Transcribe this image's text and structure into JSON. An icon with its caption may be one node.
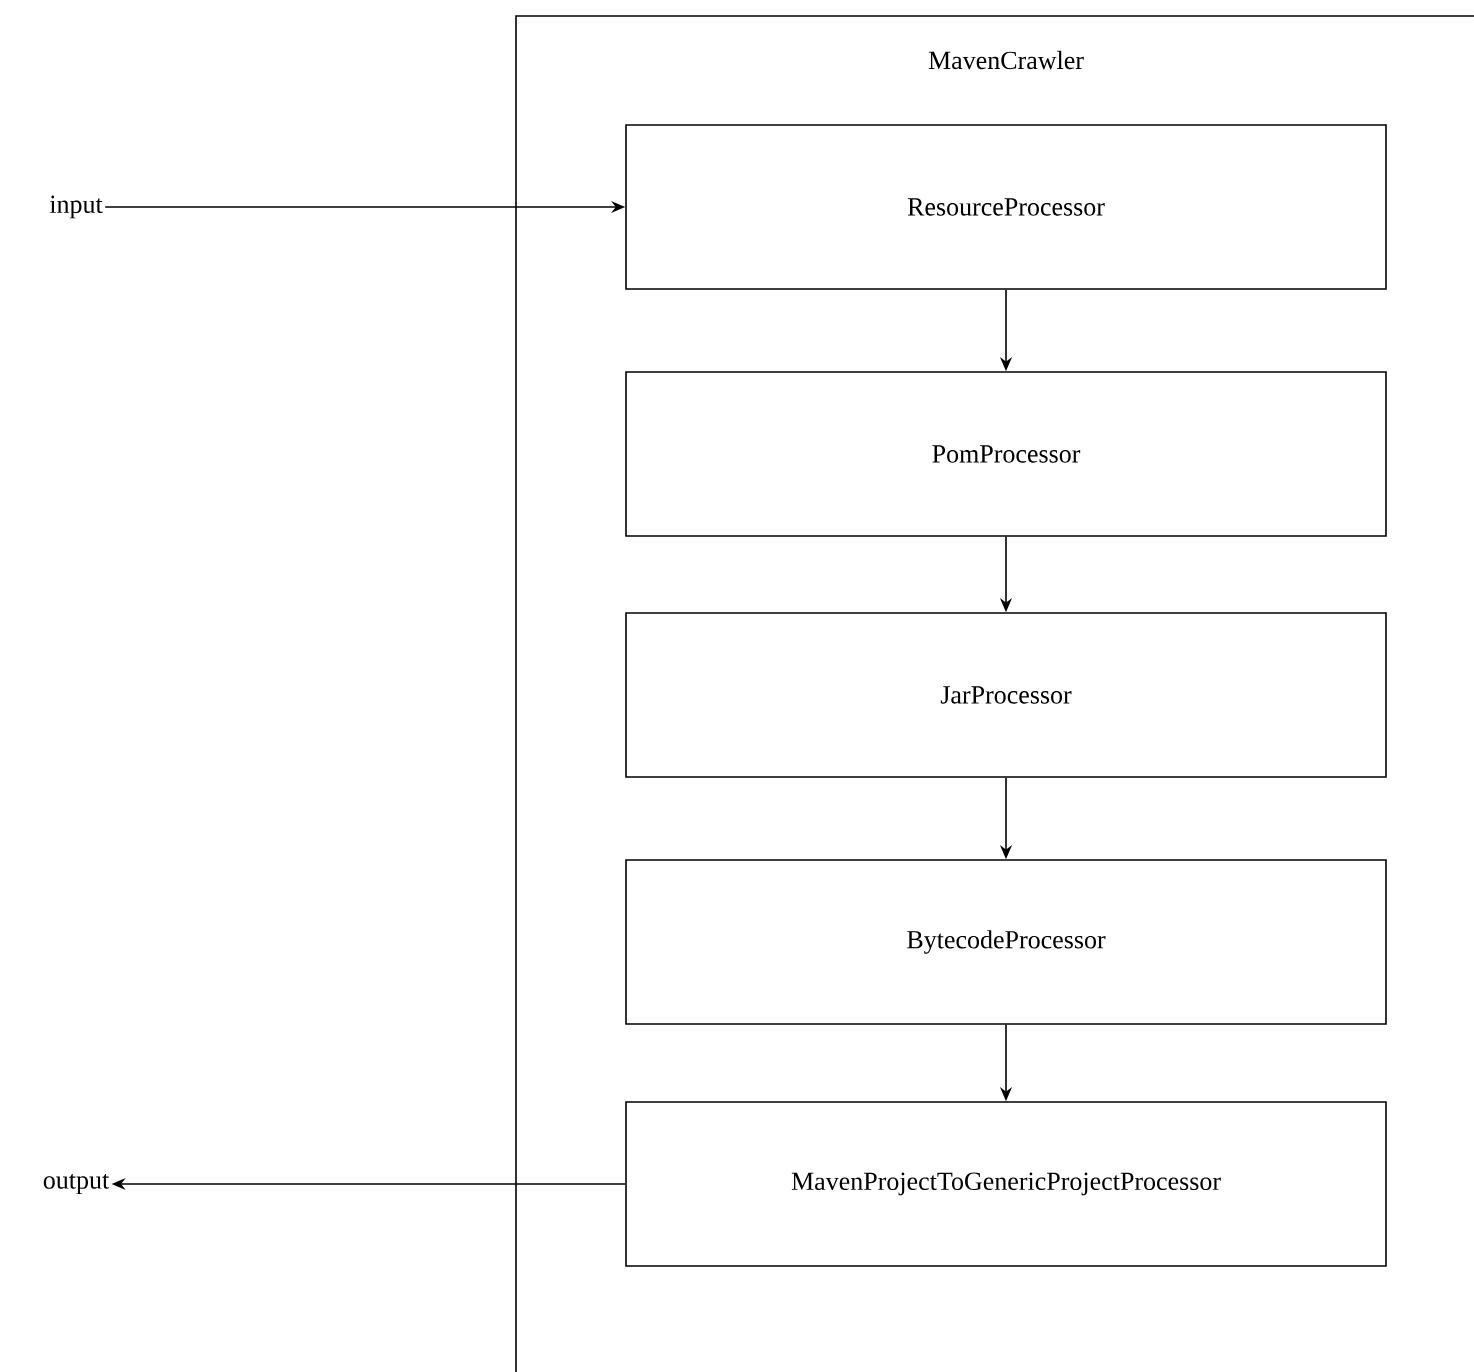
{
  "diagram": {
    "nodes": [
      {
        "text": [
          "MavenCrawler"
        ]
      },
      {
        "text": [
          "ResourceProcessor"
        ],
        "in": 0
      },
      {
        "text": [
          "PomProcessor"
        ],
        "in": 0
      },
      {
        "text": [
          "JarProcessor"
        ],
        "in": 0
      },
      {
        "text": [
          "BytecodeProcessor"
        ],
        "in": 0
      },
      {
        "text": [
          "MavenProjectToGenericProjectProcessor"
        ],
        "in": 0
      },
      {
        "text": [
          "input"
        ]
      },
      {
        "text": [
          "output"
        ]
      }
    ],
    "edges": [
      {
        "from": 6,
        "to": 1,
        "arrow": "to"
      },
      {
        "from": 1,
        "to": 2,
        "arrow": "to"
      },
      {
        "from": 2,
        "to": 3,
        "arrow": "to"
      },
      {
        "from": 3,
        "to": 4,
        "arrow": "to"
      },
      {
        "from": 4,
        "to": 5,
        "arrow": "to"
      },
      {
        "from": 5,
        "to": 7,
        "arrow": "to"
      }
    ]
  }
}
